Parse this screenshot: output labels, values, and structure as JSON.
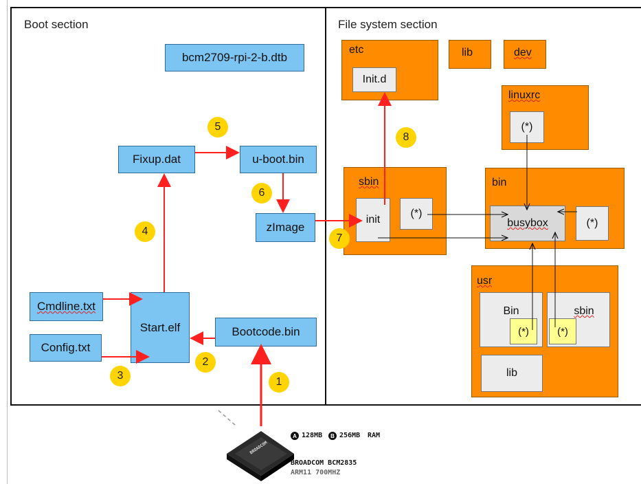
{
  "boot_section": {
    "title": "Boot section",
    "blocks": {
      "dtb": "bcm2709-rpi-2-b.dtb",
      "fixup": "Fixup.dat",
      "uboot": "u-boot.bin",
      "zimage": "zImage",
      "cmdline": "Cmdline.txt",
      "config": "Config.txt",
      "start": "Start.elf",
      "bootcode": "Bootcode.bin"
    }
  },
  "fs_section": {
    "title": "File system section",
    "etc": {
      "label": "etc",
      "initd": "Init.d"
    },
    "lib": "lib",
    "dev": "dev",
    "linuxrc": {
      "label": "linuxrc",
      "item": "(*)"
    },
    "sbin": {
      "label": "sbin",
      "init": "init",
      "item": "(*)"
    },
    "bin": {
      "label": "bin",
      "busybox": "busybox",
      "item": "(*)"
    },
    "usr": {
      "label": "usr",
      "bin": "Bin",
      "sbin": "sbin",
      "bin_item": "(*)",
      "sbin_item": "(*)",
      "lib": "lib"
    }
  },
  "steps": [
    "1",
    "2",
    "3",
    "4",
    "5",
    "6",
    "7",
    "8"
  ],
  "chip": {
    "ram_a": "128MB",
    "ram_b": "256MB",
    "ram_label": "RAM",
    "model": "BROADCOM BCM2835",
    "cpu": "ARM11 700MHZ",
    "logo_text": "BROADCOM"
  },
  "colors": {
    "boot_block": "#7cc4f2",
    "fs_folder": "#ff8c00",
    "step_badge": "#ffd400",
    "boot_arrow": "#ff2020",
    "link_arrow": "#111111"
  }
}
